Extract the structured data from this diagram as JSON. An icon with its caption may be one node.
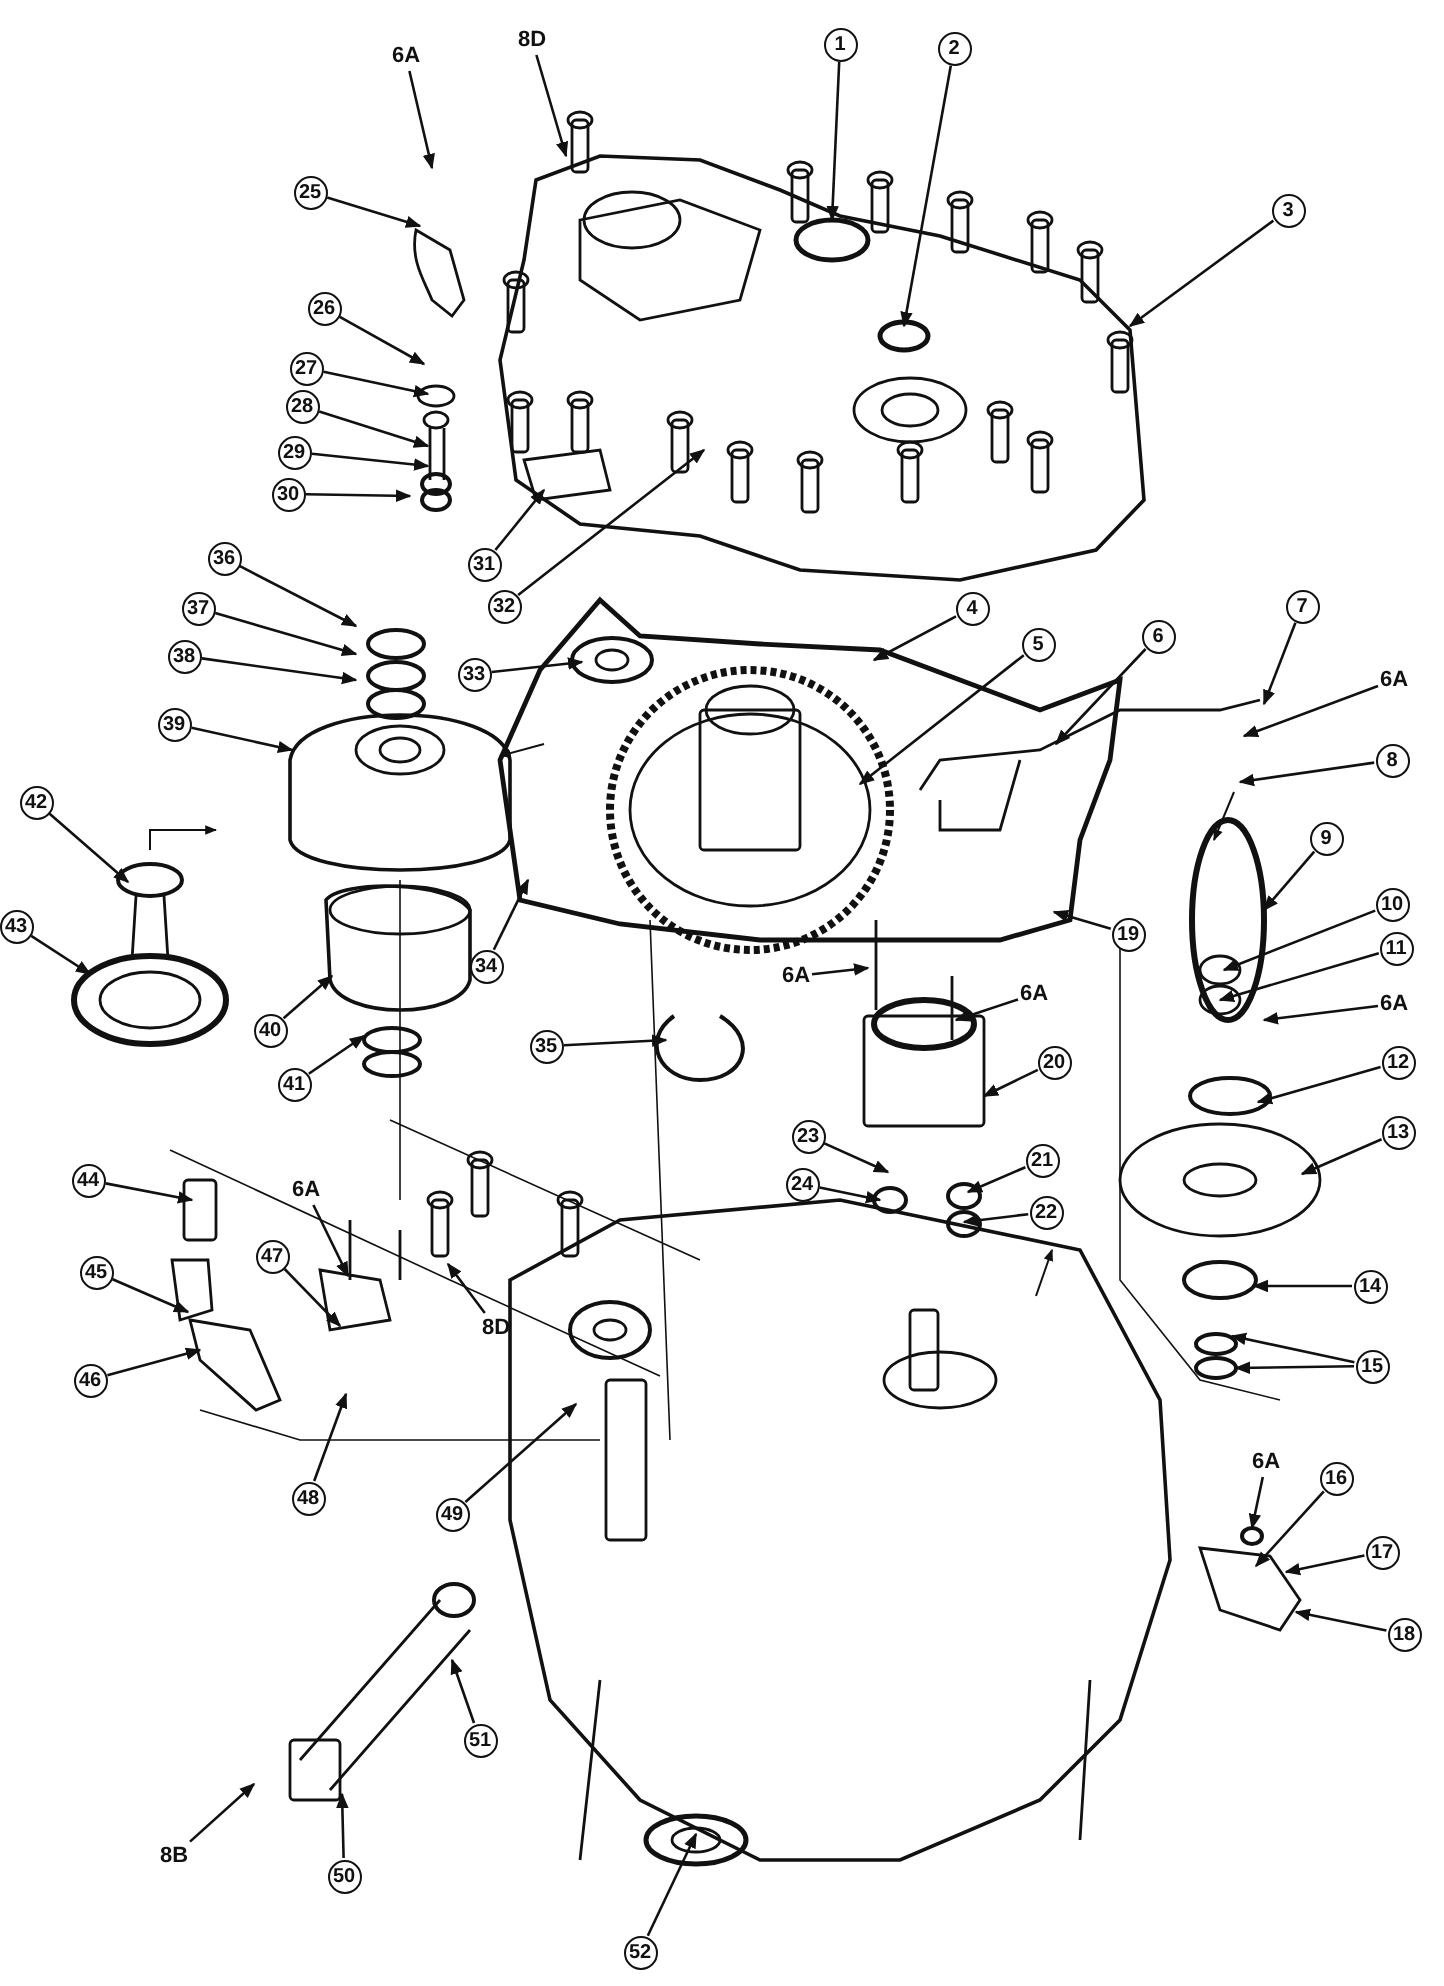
{
  "diagram": {
    "nodes": [
      {
        "text": [
          "6A"
        ]
      },
      {
        "text": [
          "8D"
        ]
      },
      {
        "text": [
          "1"
        ]
      },
      {
        "text": [
          "2"
        ]
      },
      {
        "text": [
          "25"
        ]
      },
      {
        "text": [
          "3"
        ]
      },
      {
        "text": [
          "26"
        ]
      },
      {
        "text": [
          "27"
        ]
      },
      {
        "text": [
          "28"
        ]
      },
      {
        "text": [
          "29"
        ]
      },
      {
        "text": [
          "30"
        ]
      },
      {
        "text": [
          "31"
        ]
      },
      {
        "text": [
          "36"
        ]
      },
      {
        "text": [
          "32"
        ]
      },
      {
        "text": [
          "4"
        ]
      },
      {
        "text": [
          "37"
        ]
      },
      {
        "text": [
          "6"
        ]
      },
      {
        "text": [
          "5"
        ]
      },
      {
        "text": [
          "38"
        ]
      },
      {
        "text": [
          "7"
        ]
      },
      {
        "text": [
          "33"
        ]
      },
      {
        "text": [
          "6A"
        ]
      },
      {
        "text": [
          "39"
        ]
      },
      {
        "text": [
          "8"
        ]
      },
      {
        "text": [
          "42"
        ]
      },
      {
        "text": [
          "9"
        ]
      },
      {
        "text": [
          "10"
        ]
      },
      {
        "text": [
          "19"
        ]
      },
      {
        "text": [
          "11"
        ]
      },
      {
        "text": [
          "43"
        ]
      },
      {
        "text": [
          "34"
        ]
      },
      {
        "text": [
          "6A"
        ]
      },
      {
        "text": [
          "6A"
        ]
      },
      {
        "text": [
          "6A"
        ]
      },
      {
        "text": [
          "40"
        ]
      },
      {
        "text": [
          "35"
        ]
      },
      {
        "text": [
          "12"
        ]
      },
      {
        "text": [
          "20"
        ]
      },
      {
        "text": [
          "41"
        ]
      },
      {
        "text": [
          "21"
        ]
      },
      {
        "text": [
          "13"
        ]
      },
      {
        "text": [
          "23"
        ]
      },
      {
        "text": [
          "44"
        ]
      },
      {
        "text": [
          "6A"
        ]
      },
      {
        "text": [
          "24"
        ]
      },
      {
        "text": [
          "22"
        ]
      },
      {
        "text": [
          "45"
        ]
      },
      {
        "text": [
          "47"
        ]
      },
      {
        "text": [
          "14"
        ]
      },
      {
        "text": [
          "8D"
        ]
      },
      {
        "text": [
          "15"
        ]
      },
      {
        "text": [
          "46"
        ]
      },
      {
        "text": [
          "16"
        ]
      },
      {
        "text": [
          "6A"
        ]
      },
      {
        "text": [
          "48"
        ]
      },
      {
        "text": [
          "49"
        ]
      },
      {
        "text": [
          "17"
        ]
      },
      {
        "text": [
          "18"
        ]
      },
      {
        "text": [
          "51"
        ]
      },
      {
        "text": [
          "8B"
        ]
      },
      {
        "text": [
          "50"
        ]
      },
      {
        "text": [
          "52"
        ]
      }
    ],
    "edges": [
      {
        "from": 0,
        "to": null,
        "arrow": "to"
      },
      {
        "from": 1,
        "to": null,
        "arrow": "to"
      },
      {
        "from": 2,
        "to": null,
        "arrow": "to"
      },
      {
        "from": 3,
        "to": null,
        "arrow": "to"
      },
      {
        "from": 4,
        "to": null,
        "arrow": "to"
      },
      {
        "from": 5,
        "to": null,
        "arrow": "to"
      },
      {
        "from": 6,
        "to": null,
        "arrow": "to"
      },
      {
        "from": 7,
        "to": null,
        "arrow": "to"
      },
      {
        "from": 8,
        "to": null,
        "arrow": "to"
      },
      {
        "from": 9,
        "to": null,
        "arrow": "to"
      },
      {
        "from": 10,
        "to": null,
        "arrow": "to"
      },
      {
        "from": 11,
        "to": null,
        "arrow": "to"
      },
      {
        "from": 12,
        "to": null,
        "arrow": "to"
      },
      {
        "from": 13,
        "to": null,
        "arrow": "to"
      },
      {
        "from": 14,
        "to": null,
        "arrow": "to"
      },
      {
        "from": 15,
        "to": null,
        "arrow": "to"
      },
      {
        "from": 16,
        "to": null,
        "arrow": "to"
      },
      {
        "from": 17,
        "to": null,
        "arrow": "to"
      },
      {
        "from": 18,
        "to": null,
        "arrow": "to"
      },
      {
        "from": 19,
        "to": null,
        "arrow": "to"
      },
      {
        "from": 20,
        "to": null,
        "arrow": "to"
      },
      {
        "from": 21,
        "to": null,
        "arrow": "to"
      },
      {
        "from": 22,
        "to": null,
        "arrow": "to"
      },
      {
        "from": 23,
        "to": null,
        "arrow": "to"
      },
      {
        "from": 24,
        "to": null,
        "arrow": "to"
      },
      {
        "from": 25,
        "to": null,
        "arrow": "to"
      },
      {
        "from": 26,
        "to": null,
        "arrow": "to"
      },
      {
        "from": 27,
        "to": null,
        "arrow": "to"
      },
      {
        "from": 28,
        "to": null,
        "arrow": "to"
      },
      {
        "from": 29,
        "to": null,
        "arrow": "to"
      },
      {
        "from": 30,
        "to": null,
        "arrow": "to"
      },
      {
        "from": 31,
        "to": null,
        "arrow": "to"
      },
      {
        "from": 32,
        "to": null,
        "arrow": "to"
      },
      {
        "from": 33,
        "to": null,
        "arrow": "to"
      },
      {
        "from": 34,
        "to": null,
        "arrow": "to"
      },
      {
        "from": 35,
        "to": null,
        "arrow": "to"
      },
      {
        "from": 36,
        "to": null,
        "arrow": "to"
      },
      {
        "from": 37,
        "to": null,
        "arrow": "to"
      },
      {
        "from": 38,
        "to": null,
        "arrow": "to"
      },
      {
        "from": 39,
        "to": null,
        "arrow": "to"
      },
      {
        "from": 40,
        "to": null,
        "arrow": "to"
      },
      {
        "from": 41,
        "to": null,
        "arrow": "to"
      },
      {
        "from": 42,
        "to": null,
        "arrow": "to"
      },
      {
        "from": 43,
        "to": null,
        "arrow": "to"
      },
      {
        "from": 44,
        "to": null,
        "arrow": "to"
      },
      {
        "from": 45,
        "to": null,
        "arrow": "to"
      },
      {
        "from": 46,
        "to": null,
        "arrow": "to"
      },
      {
        "from": 47,
        "to": null,
        "arrow": "to"
      },
      {
        "from": 48,
        "to": null,
        "arrow": "to"
      },
      {
        "from": 49,
        "to": null,
        "arrow": "to"
      },
      {
        "from": 50,
        "to": null,
        "arrow": "to"
      },
      {
        "from": 50,
        "to": null,
        "arrow": "to"
      },
      {
        "from": 51,
        "to": null,
        "arrow": "to"
      },
      {
        "from": 52,
        "to": null,
        "arrow": "to"
      },
      {
        "from": 53,
        "to": null,
        "arrow": "to"
      },
      {
        "from": 54,
        "to": null,
        "arrow": "to"
      },
      {
        "from": 55,
        "to": null,
        "arrow": "to"
      },
      {
        "from": 56,
        "to": null,
        "arrow": "to"
      },
      {
        "from": 57,
        "to": null,
        "arrow": "to"
      },
      {
        "from": 58,
        "to": null,
        "arrow": "to"
      },
      {
        "from": 59,
        "to": null,
        "arrow": "to"
      },
      {
        "from": 60,
        "to": null,
        "arrow": "to"
      },
      {
        "from": 61,
        "to": null,
        "arrow": "to"
      }
    ]
  }
}
